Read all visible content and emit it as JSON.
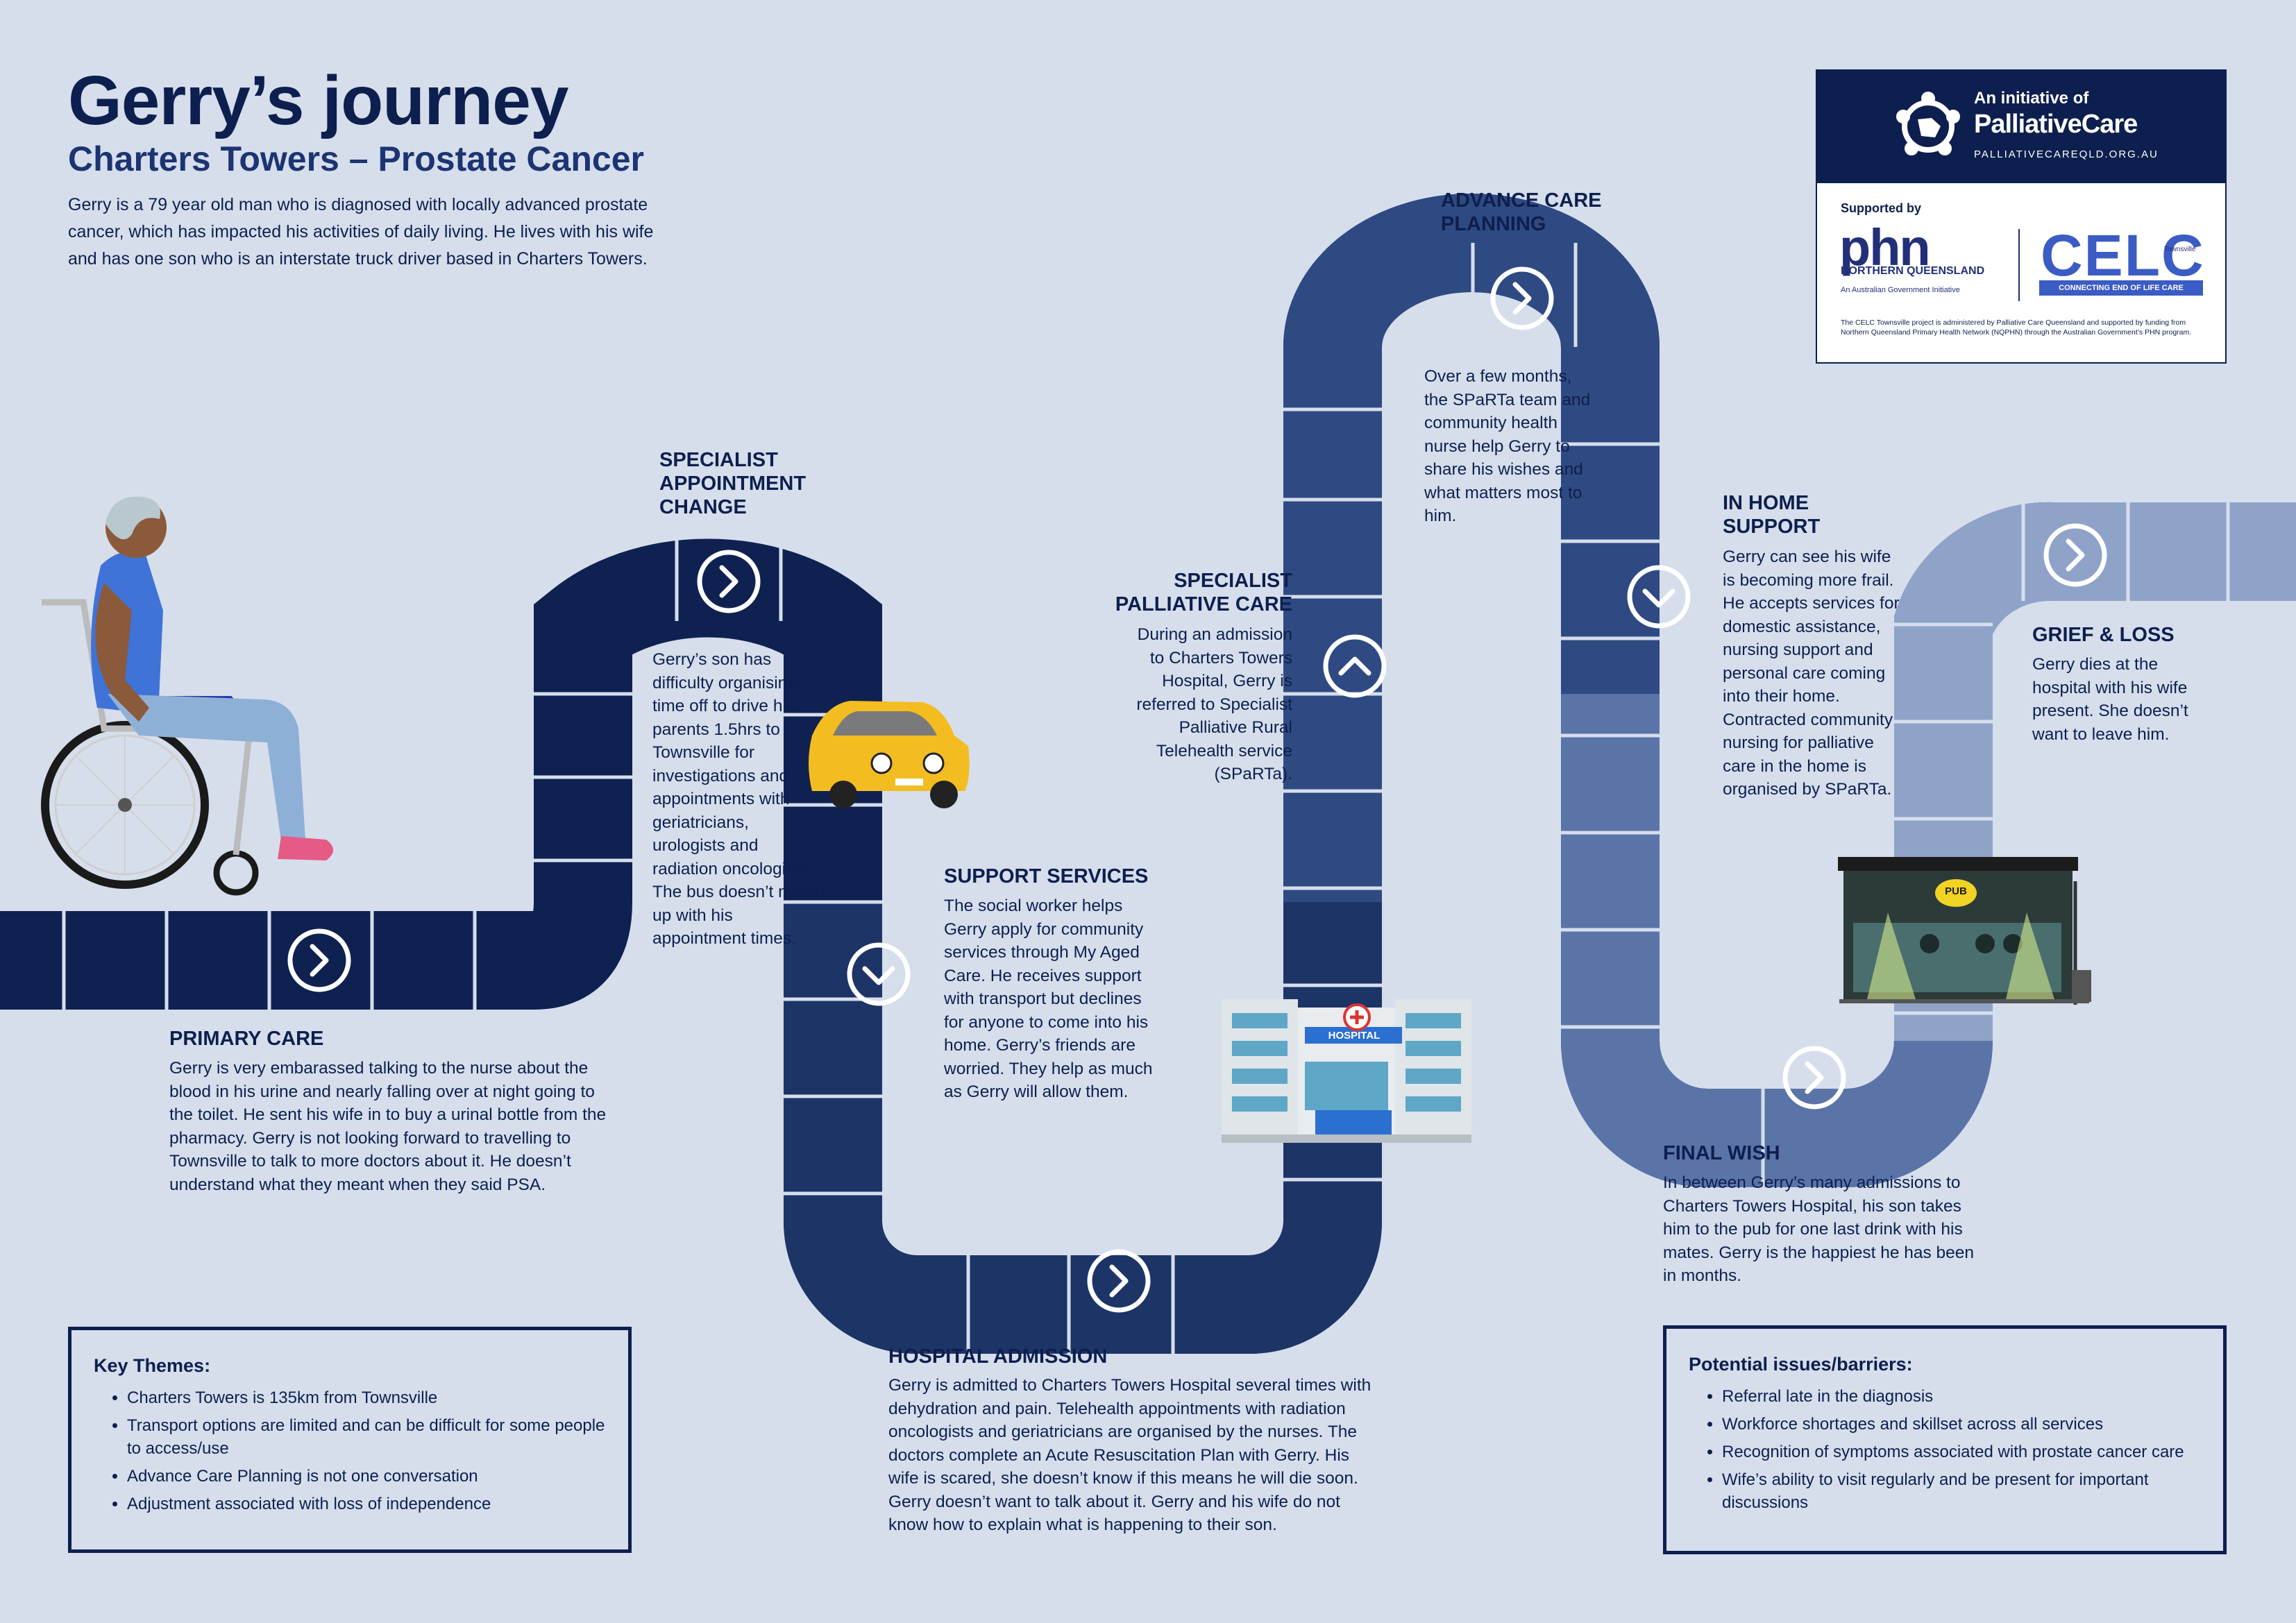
{
  "header": {
    "title": "Gerry’s journey",
    "subtitle": "Charters Towers – Prostate Cancer",
    "intro": "Gerry is a 79 year old man who is diagnosed with locally advanced prostate cancer, which has impacted his activities of daily living. He lives with his wife and has one son who is an interstate truck driver based in Charters Towers."
  },
  "logos": {
    "initiative": "An initiative of",
    "pc_name": "PalliativeCare",
    "pc_url": "PALLIATIVECAREQLD.ORG.AU",
    "supported_by": "Supported by",
    "phn_big": "phn",
    "phn_region": "NORTHERN QUEENSLAND",
    "phn_gov": "An Australian Government Initiative",
    "celc_big": "CELC",
    "celc_townsville": "Townsville",
    "celc_tagline": "CONNECTING END OF LIFE CARE",
    "disclaimer": "The CELC Townsville project is administered by Palliative Care Queensland and supported by funding from Northern Queensland Primary Health Network (NQPHN) through the Australian Government’s PHN program."
  },
  "stages": {
    "primary_care": {
      "title": "PRIMARY CARE",
      "body": "Gerry is very embarassed talking to the nurse about the blood in his urine and nearly falling over at night going to the toilet. He sent his wife in to buy a urinal bottle from the pharmacy. Gerry is not looking forward to travelling to Townsville to talk to more doctors about it. He doesn’t understand what they meant when they said PSA."
    },
    "specialist_appt": {
      "title": "SPECIALIST APPOINTMENT CHANGE",
      "body": "Gerry’s son has difficulty organising time off to drive his parents 1.5hrs to Townsville for investigations and appointments with geriatricians, urologists and radiation oncologists. The bus doesn’t match up with his appointment times."
    },
    "support_services": {
      "title": "SUPPORT SERVICES",
      "body": "The social worker helps Gerry apply for community services through My Aged Care. He receives support with transport but declines for anyone to come into his home. Gerry’s friends are worried. They help as much as Gerry will allow them."
    },
    "hospital_admission": {
      "title": "HOSPITAL ADMISSION",
      "body": "Gerry is admitted to Charters Towers Hospital several times with dehydration and pain. Telehealth appointments with radiation oncologists and geriatricians are organised by the nurses. The doctors complete an Acute Resuscitation Plan with Gerry. His wife is scared, she doesn’t know if this means he will die soon. Gerry doesn’t want to talk about it. Gerry and his wife do not know how to explain what is happening to their son."
    },
    "specialist_palliative": {
      "title": "SPECIALIST PALLIATIVE CARE",
      "body": "During an admission to Charters Towers Hospital, Gerry is referred to Specialist Palliative Rural Telehealth service (SPaRTa)."
    },
    "advance_care": {
      "title": "ADVANCE CARE PLANNING",
      "body": "Over a few months, the SPaRTa team and community health nurse help Gerry to share his wishes and what matters most to him."
    },
    "in_home": {
      "title": "IN HOME SUPPORT",
      "body": "Gerry can see his wife is becoming more frail. He accepts services for domestic assistance, nursing support and personal care coming into their home. Contracted community nursing for palliative care in the home is organised by SPaRTa."
    },
    "final_wish": {
      "title": "FINAL WISH",
      "body": "In between Gerry’s many admissions to Charters Towers Hospital, his son takes him to the pub for one last drink with his mates. Gerry is the happiest he has been in months."
    },
    "grief_loss": {
      "title": "GRIEF & LOSS",
      "body": "Gerry dies at the hospital with his wife present. She doesn’t want to leave him."
    }
  },
  "key_themes": {
    "title": "Key Themes:",
    "items": [
      "Charters Towers is 135km from Townsville",
      "Transport options are limited and can be difficult for some people to access/use",
      "Advance Care Planning is not one conversation",
      "Adjustment associated with loss of independence"
    ]
  },
  "issues": {
    "title": "Potential issues/barriers:",
    "items": [
      "Referral late in the diagnosis",
      "Workforce shortages and skillset across all services",
      "Recognition of symptoms associated with prostate cancer care",
      "Wife’s ability to visit regularly and be present for important discussions"
    ]
  },
  "illustrations": {
    "hospital_sign": "HOSPITAL",
    "pub_sign": "PUB"
  },
  "colors": {
    "background": "#d6deec",
    "navy": "#0d1f4e",
    "path_dark": "#0f2150",
    "path_mid": "#2b467e",
    "path_blue": "#3e5a93",
    "path_light": "#8fa3c9"
  },
  "icons": [
    "chevron-right-icon",
    "chevron-down-icon",
    "chevron-up-icon",
    "wheelchair-icon",
    "car-icon",
    "hospital-icon",
    "pub-icon"
  ]
}
